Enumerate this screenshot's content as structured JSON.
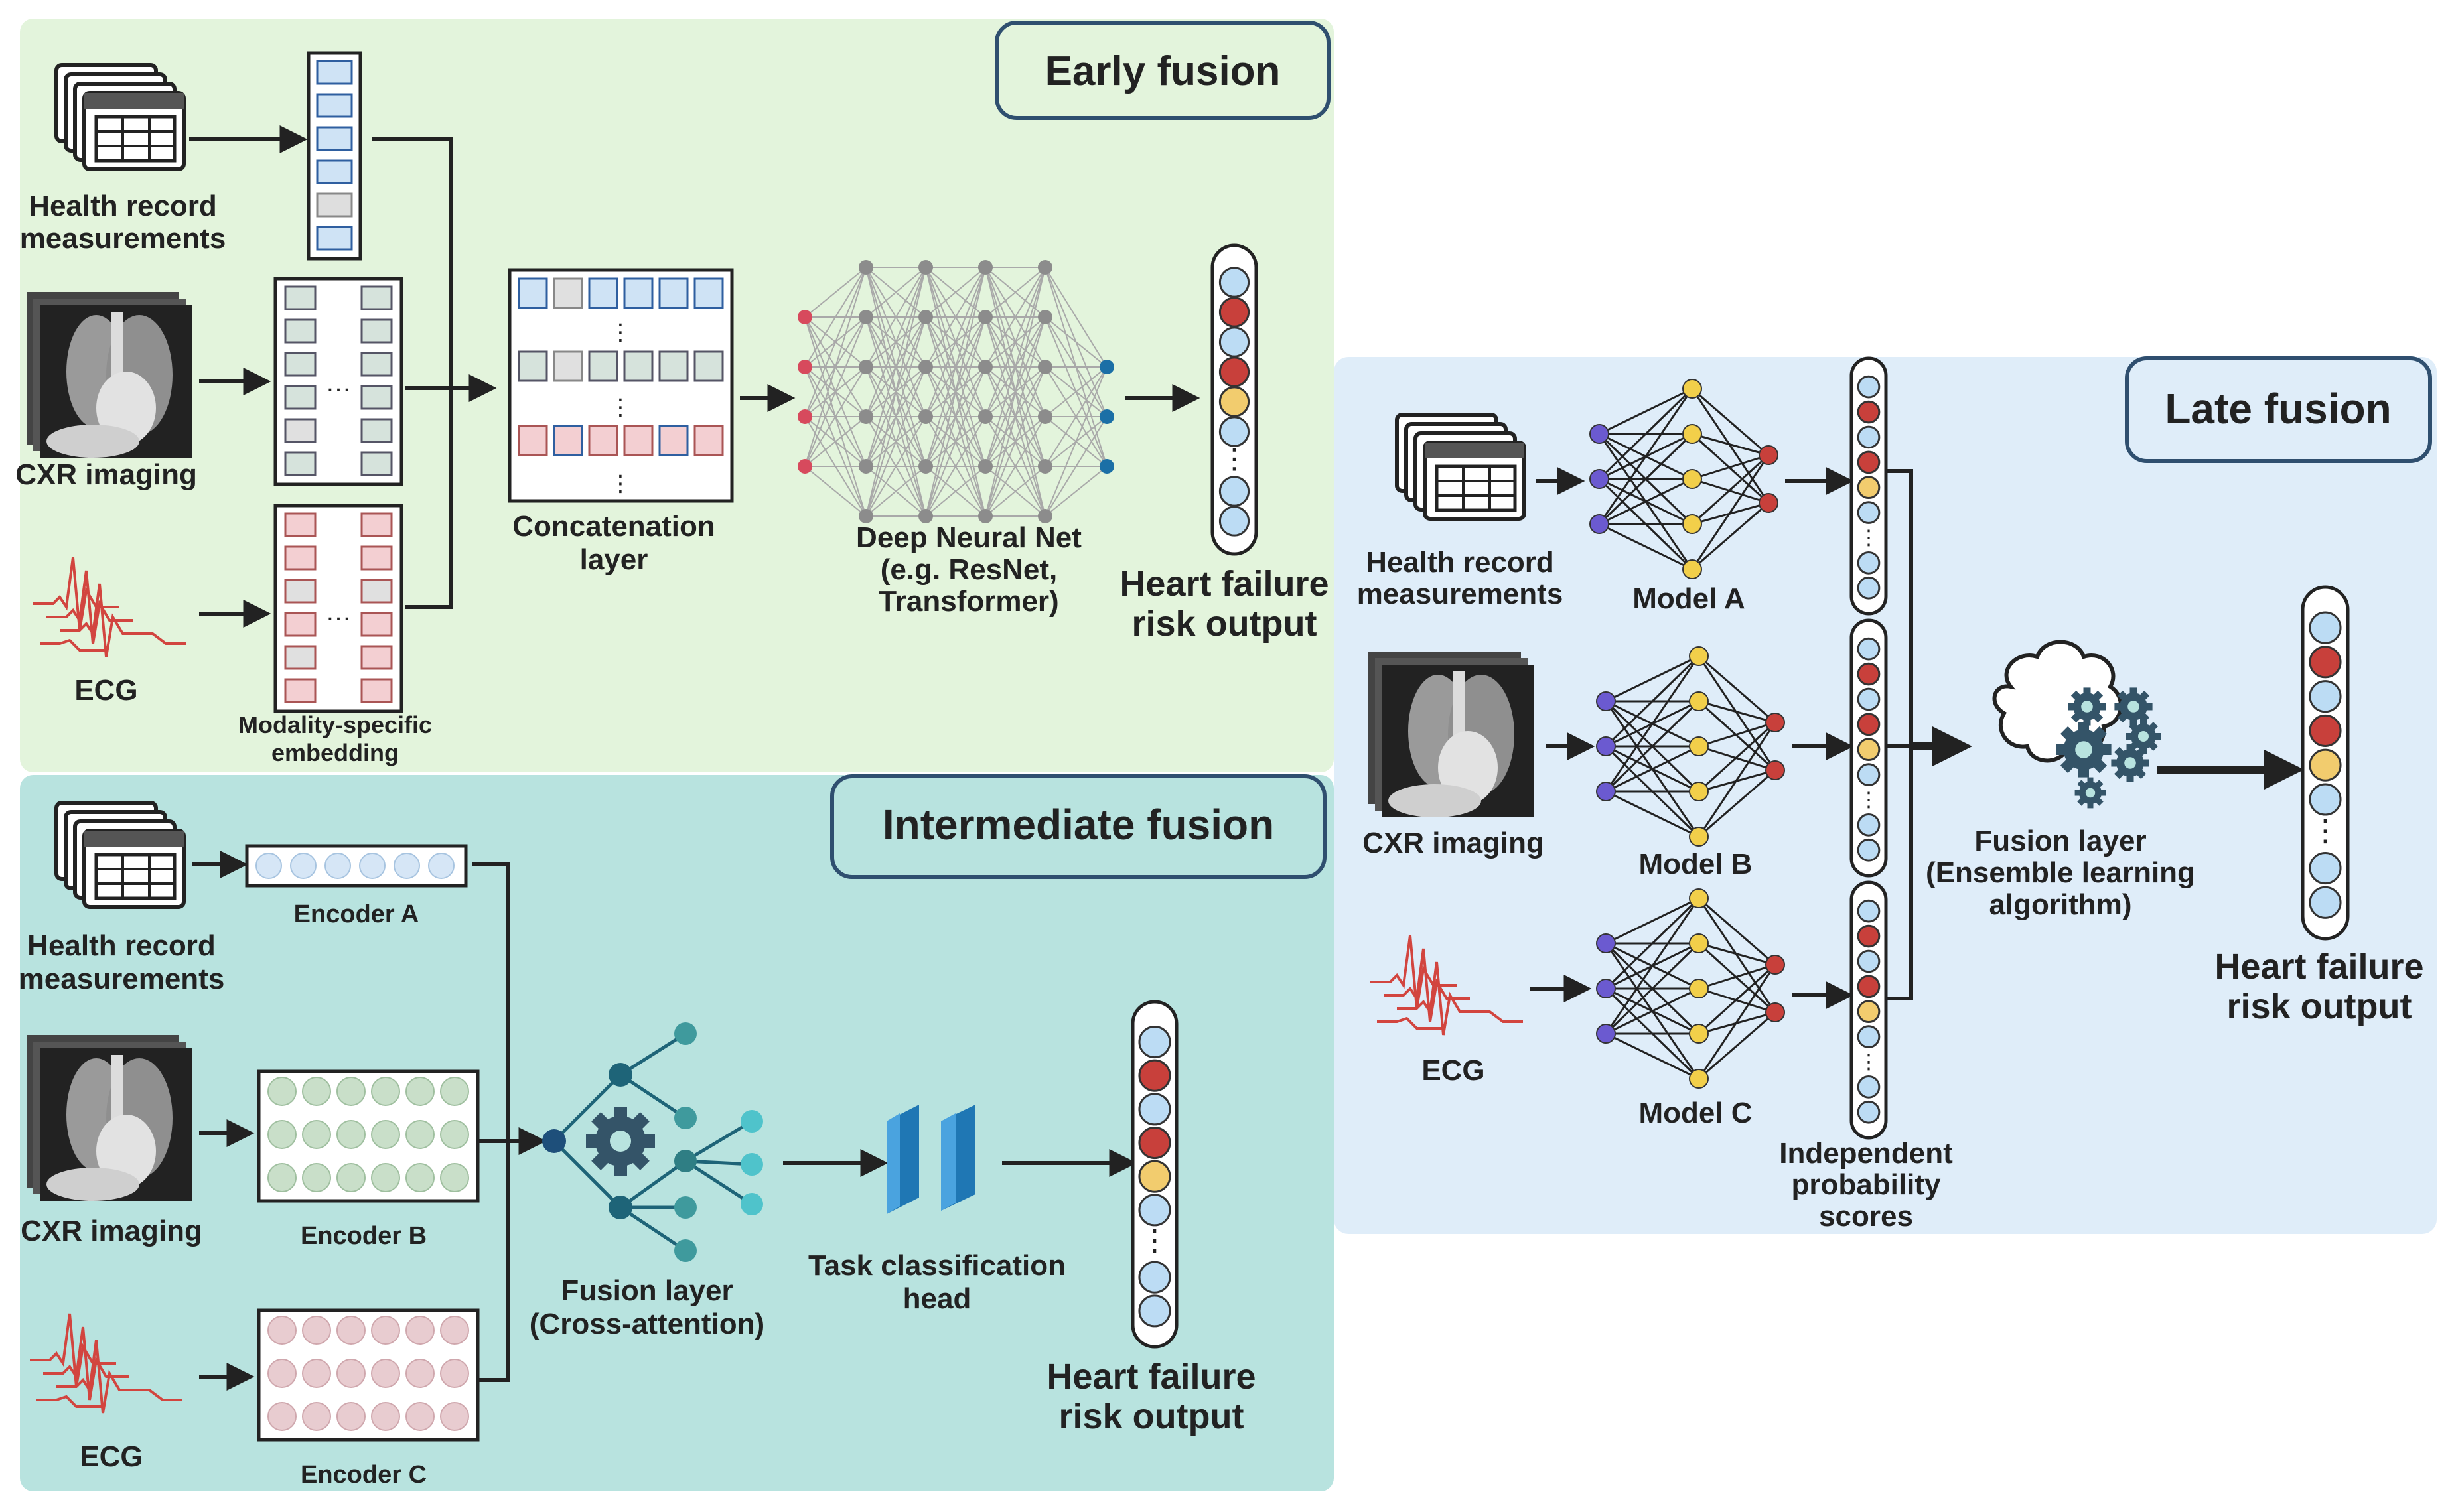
{
  "colors": {
    "early_bg": "#e3f4dc",
    "inter_bg": "#b8e3df",
    "late_bg": "#dfedf9",
    "title_border": "#2f4f6f",
    "red_node": "#d74a5d",
    "blue_node": "#1b6fa6",
    "grey_node": "#8c8c8c",
    "yellow_node": "#f2cf4a",
    "purple_node": "#6b5ad0",
    "teal_node": "#3fa7ad",
    "dark_teal": "#1e6478",
    "prob_red": "#c8403b",
    "prob_blue": "#bcdcf4",
    "prob_yellow": "#f2cc6e"
  },
  "early": {
    "title": "Early fusion",
    "health_label_1": "Health record",
    "health_label_2": "measurements",
    "cxr_label": "CXR imaging",
    "ecg_label": "ECG",
    "embed_label_1": "Modality-specific",
    "embed_label_2": "embedding",
    "concat_label_1": "Concatenation",
    "concat_label_2": "layer",
    "dnn_label_1": "Deep Neural Net",
    "dnn_label_2": "(e.g. ResNet,",
    "dnn_label_3": "Transformer)",
    "output_label_1": "Heart failure",
    "output_label_2": "risk output"
  },
  "intermediate": {
    "title": "Intermediate fusion",
    "health_label_1": "Health record",
    "health_label_2": "measurements",
    "cxr_label": "CXR imaging",
    "ecg_label": "ECG",
    "encoder_a": "Encoder A",
    "encoder_b": "Encoder B",
    "encoder_c": "Encoder C",
    "fusion_label_1": "Fusion layer",
    "fusion_label_2": "(Cross-attention)",
    "task_label_1": "Task classification",
    "task_label_2": "head",
    "output_label_1": "Heart failure",
    "output_label_2": "risk output"
  },
  "late": {
    "title": "Late fusion",
    "health_label_1": "Health record",
    "health_label_2": "measurements",
    "cxr_label": "CXR imaging",
    "ecg_label": "ECG",
    "model_a": "Model A",
    "model_b": "Model B",
    "model_c": "Model C",
    "prob_label_1": "Independent",
    "prob_label_2": "probability",
    "prob_label_3": "scores",
    "fusion_label_1": "Fusion layer",
    "fusion_label_2": "(Ensemble learning",
    "fusion_label_3": "algorithm)",
    "output_label_1": "Heart failure",
    "output_label_2": "risk output"
  }
}
